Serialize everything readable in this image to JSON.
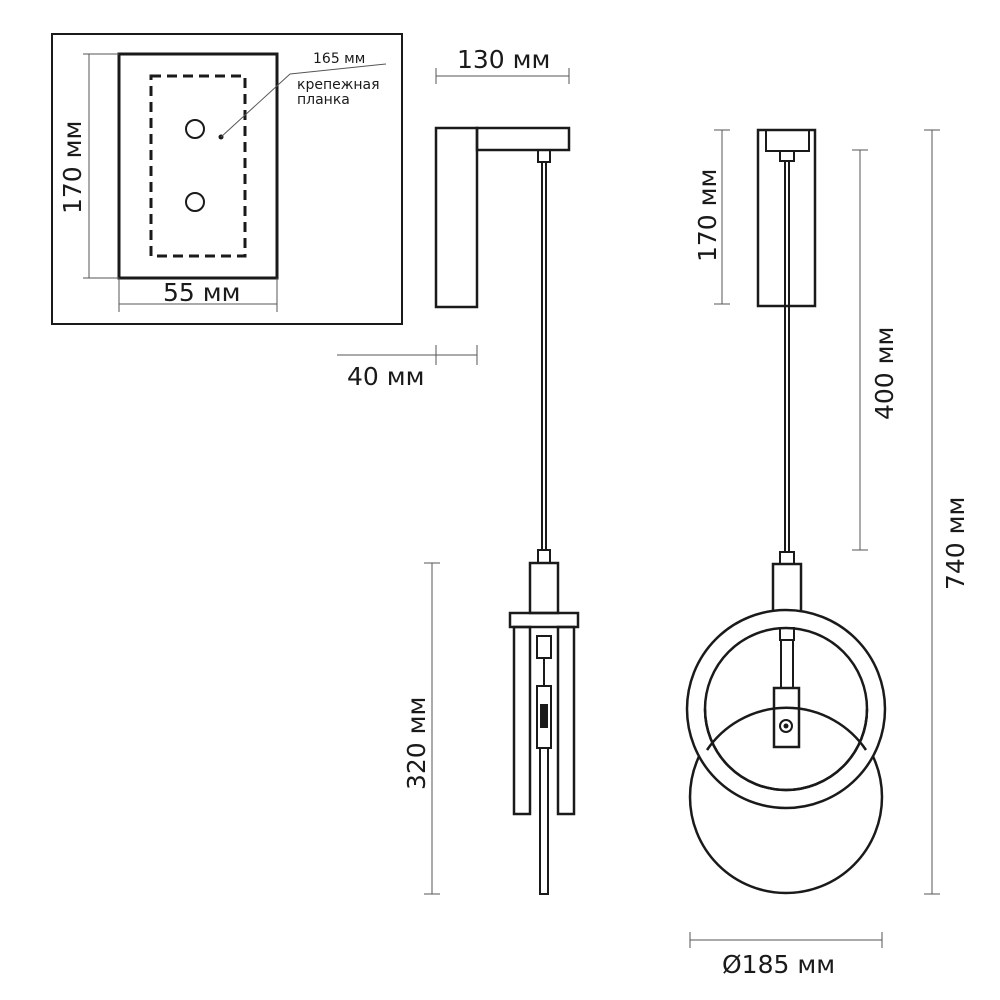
{
  "labels": {
    "inset_height": "170 мм",
    "inset_width": "55 мм",
    "inset_plate_size": "165 мм",
    "mount_plate_line1": "крепежная",
    "mount_plate_line2": "планка",
    "arm_length": "130 мм",
    "base_depth": "40 мм",
    "shade_height": "320 мм",
    "canopy_height": "170 мм",
    "cord_length": "400 мм",
    "total_height": "740 мм",
    "diameter": "Ø185 мм"
  },
  "colors": {
    "line": "#1a1a1a",
    "dimension": "#555555",
    "background": "#ffffff"
  }
}
